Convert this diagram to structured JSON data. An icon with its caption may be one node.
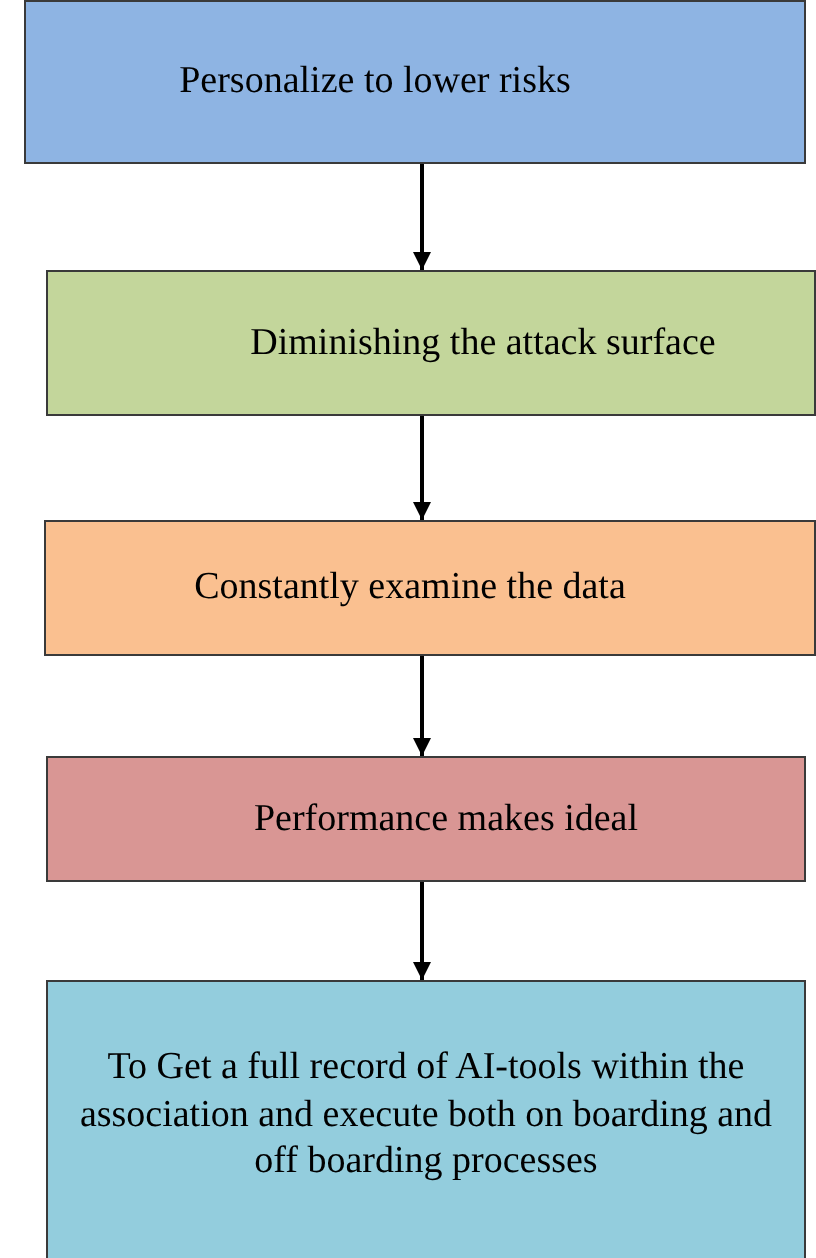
{
  "diagram": {
    "nodes": [
      {
        "text": [
          "Personalize to lower risks"
        ]
      },
      {
        "text": [
          "Diminishing the attack surface"
        ]
      },
      {
        "text": [
          "Constantly examine the data"
        ]
      },
      {
        "text": [
          "Performance makes ideal"
        ]
      },
      {
        "text": [
          "To Get a full record of AI-tools within the association and execute both on boarding and off boarding processes"
        ]
      }
    ],
    "edges": [
      {
        "from": 0,
        "to": 1,
        "arrow": "to"
      },
      {
        "from": 1,
        "to": 2,
        "arrow": "to"
      },
      {
        "from": 2,
        "to": 3,
        "arrow": "to"
      },
      {
        "from": 3,
        "to": 4,
        "arrow": "to"
      }
    ]
  }
}
